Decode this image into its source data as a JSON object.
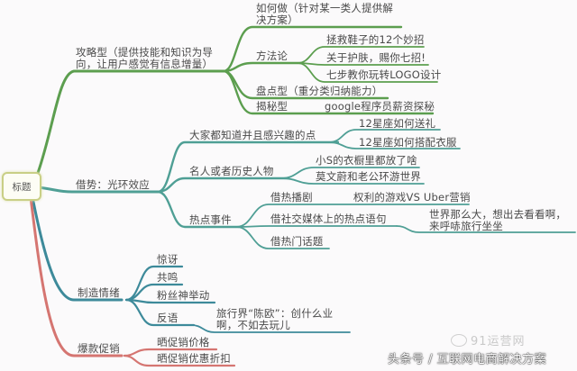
{
  "root": {
    "label": "标题"
  },
  "colors": {
    "branch_green": "#5c9e4f",
    "branch_teal": "#4f9f95",
    "branch_teal_dark": "#3d8a9a",
    "branch_red": "#d57571",
    "root_border": "#c9cf86"
  },
  "branches": [
    {
      "label": "攻略型（提供技能和知识为导向，让用户感觉有信息增量）",
      "label_line1": "攻略型（提供技能和知识为导",
      "label_line2": "向，让用户感觉有信息增量）",
      "color": "#5c9e4f",
      "children": [
        {
          "label": "如何做（针对某一类人提供解决方案）",
          "line1": "如何做（针对某一类人提供解",
          "line2": "决方案）"
        },
        {
          "label": "方法论",
          "children": [
            {
              "label": "拯救鞋子的12个妙招"
            },
            {
              "label": "关于护肤，赐你七招!"
            },
            {
              "label": "七步教你玩转LOGO设计"
            }
          ]
        },
        {
          "label": "盘点型（重分类归纳能力）"
        },
        {
          "label": "揭秘型",
          "children": [
            {
              "label": "google程序员薪资探秘"
            }
          ]
        }
      ]
    },
    {
      "label": "借势：光环效应",
      "color": "#4f9f95",
      "children": [
        {
          "label": "大家都知道并且感兴趣的点",
          "children": [
            {
              "label": "12星座如何送礼"
            },
            {
              "label": "12星座如何搭配衣服"
            }
          ]
        },
        {
          "label": "名人或者历史人物",
          "children": [
            {
              "label": "小S的衣橱里都放了啥"
            },
            {
              "label": "莫文蔚和老公环游世界"
            }
          ]
        },
        {
          "label": "热点事件",
          "children": [
            {
              "label": "借热播剧",
              "children": [
                {
                  "label": "权利的游戏VS Uber营销"
                }
              ]
            },
            {
              "label": "借社交媒体上的热点语句",
              "children": [
                {
                  "label": "世界那么大，想出去看看啊，来呼哧旅行坐坐",
                  "line1": "世界那么大，想出去看看啊，",
                  "line2": "来呼哧旅行坐坐"
                }
              ]
            },
            {
              "label": "借热门话题"
            }
          ]
        }
      ]
    },
    {
      "label": "制造情绪",
      "color": "#3d8a9a",
      "children": [
        {
          "label": "惊讶"
        },
        {
          "label": "共鸣"
        },
        {
          "label": "粉丝神举动"
        },
        {
          "label": "反语",
          "children": [
            {
              "label": "旅行界“陈欧”：创什么业啊，不如去玩儿",
              "line1": "旅行界“陈欧”：创什么业",
              "line2": "啊，不如去玩儿"
            }
          ]
        }
      ]
    },
    {
      "label": "爆款促销",
      "color": "#d57571",
      "children": [
        {
          "label": "晒促销价格"
        },
        {
          "label": "晒促销优惠折扣"
        }
      ]
    }
  ],
  "watermark": {
    "logo_text": "91运营网",
    "caption": "头条号 / 互联网电商解决方案"
  }
}
